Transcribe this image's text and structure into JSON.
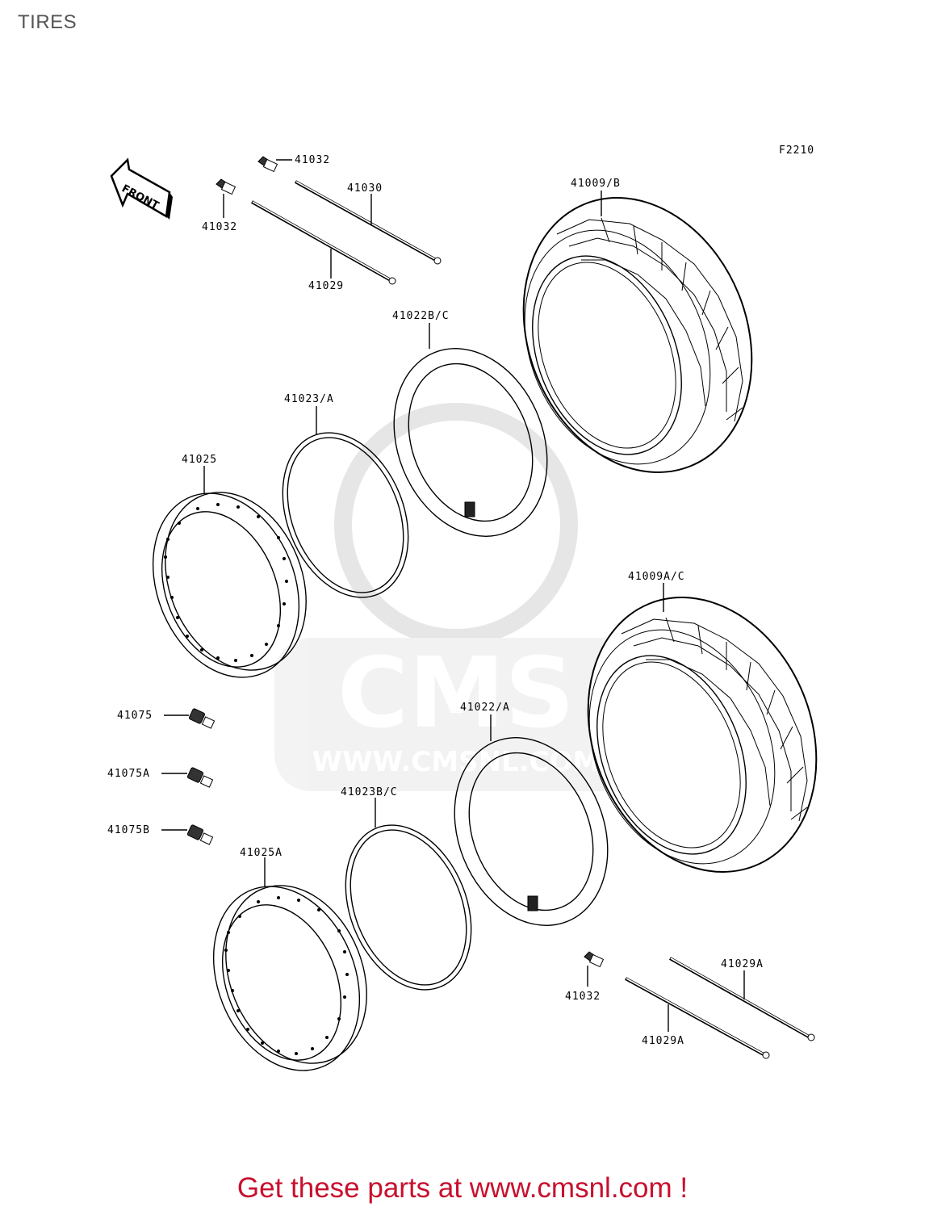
{
  "page": {
    "title": "TIRES"
  },
  "figure_code": "F2210",
  "front_arrow": {
    "text": "FRONT"
  },
  "watermark": {
    "brand": "CMS",
    "url": "WWW.CMSNL.COM"
  },
  "parts": {
    "valve_cap_top_right": "41032",
    "valve_cap_top_left": "41032",
    "spoke_41030": "41030",
    "spoke_41029": "41029",
    "tire_rear": "41009/B",
    "tube_rear": "41022B/C",
    "rim_band_rear": "41023/A",
    "rim_rear": "41025",
    "tire_front": "41009A/C",
    "tube_front": "41022/A",
    "rim_band_front": "41023B/C",
    "rim_front": "41025A",
    "nipple_41075": "41075",
    "nipple_41075A": "41075A",
    "nipple_41075B": "41075B",
    "valve_cap_bottom": "41032",
    "spoke_41029A_upper": "41029A",
    "spoke_41029A_lower": "41029A"
  },
  "footer": {
    "cta": "Get these parts at www.cmsnl.com !"
  }
}
